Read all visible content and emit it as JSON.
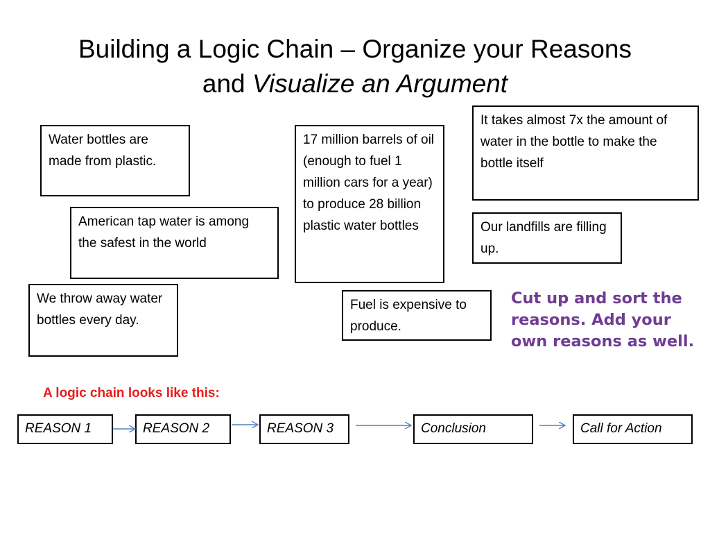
{
  "title": {
    "line1": "Building a Logic Chain – Organize your Reasons",
    "line2_prefix": "and ",
    "line2_italic": "Visualize an Argument"
  },
  "reasons": {
    "water_bottles": "Water bottles are made from plastic.",
    "tap_water": "American tap water is among the safest in the world",
    "throw_away": "We throw away water bottles every day.",
    "oil_barrels": "17 million barrels of oil (enough to fuel 1 million cars for a year) to produce 28 billion plastic water bottles",
    "water_amount": "It takes almost 7x the amount of water in the bottle to make the bottle itself",
    "landfills": "Our landfills are filling up.",
    "fuel_expensive": "Fuel is expensive to produce."
  },
  "instruction": "Cut up and sort the reasons. Add your own reasons as well.",
  "chain": {
    "label": "A logic chain looks like this:",
    "steps": [
      "REASON 1",
      "REASON 2",
      "REASON 3",
      "Conclusion",
      "Call for Action"
    ]
  },
  "colors": {
    "instruction_text": "#6f3d92",
    "chain_label": "#e81c1c",
    "arrow": "#4f81bd",
    "box_border": "#000000"
  }
}
